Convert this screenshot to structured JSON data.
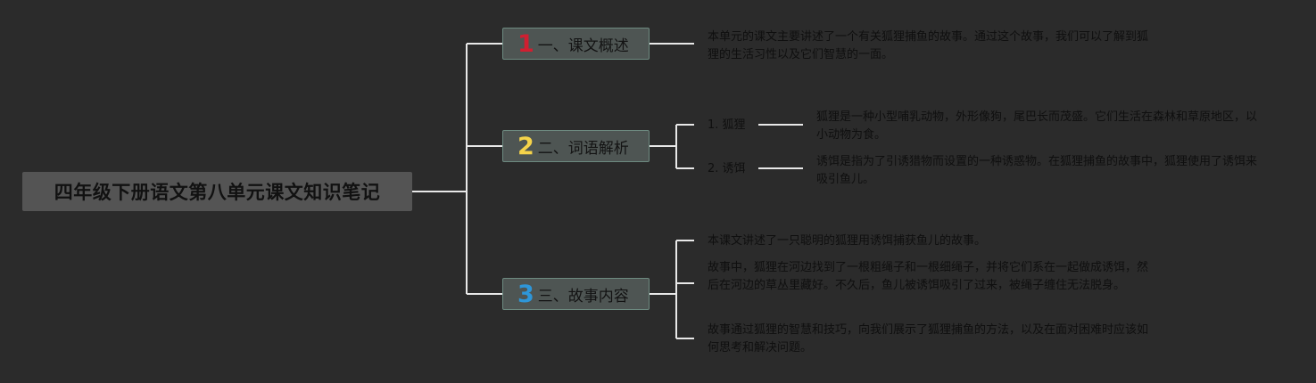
{
  "root": {
    "title": "四年级下册语文第八单元课文知识笔记"
  },
  "branches": [
    {
      "number": "1",
      "label": "一、课文概述",
      "color": "#d01f31",
      "notes": [
        "本单元的课文主要讲述了一个有关狐狸捕鱼的故事。通过这个故事，我们可以了解到狐狸的生活习性以及它们智慧的一面。"
      ]
    },
    {
      "number": "2",
      "label": "二、词语解析",
      "color": "#f5d34a",
      "terms": [
        {
          "term": "1. 狐狸",
          "definition": "狐狸是一种小型哺乳动物，外形像狗，尾巴长而茂盛。它们生活在森林和草原地区，以小动物为食。"
        },
        {
          "term": "2. 诱饵",
          "definition": "诱饵是指为了引诱猎物而设置的一种诱惑物。在狐狸捕鱼的故事中，狐狸使用了诱饵来吸引鱼儿。"
        }
      ]
    },
    {
      "number": "3",
      "label": "三、故事内容",
      "color": "#2e96d8",
      "notes": [
        "本课文讲述了一只聪明的狐狸用诱饵捕获鱼儿的故事。",
        "故事中，狐狸在河边找到了一根粗绳子和一根细绳子，并将它们系在一起做成诱饵，然后在河边的草丛里藏好。不久后，鱼儿被诱饵吸引了过来，被绳子缠住无法脱身。",
        "故事通过狐狸的智慧和技巧，向我们展示了狐狸捕鱼的方法，以及在面对困难时应该如何思考和解决问题。"
      ]
    }
  ]
}
